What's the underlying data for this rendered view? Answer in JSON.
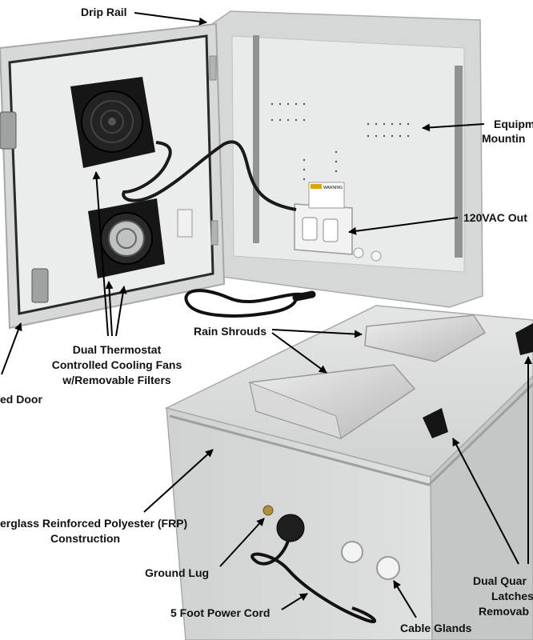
{
  "labels": {
    "drip_rail": "Drip Rail",
    "equipment_mounting": [
      "Equipm",
      "Mountin"
    ],
    "outlet": "120VAC Out",
    "rain_shrouds": "Rain Shrouds",
    "fans": [
      "Dual Thermostat",
      "Controlled Cooling Fans",
      "w/Removable Filters"
    ],
    "door": "ed Door",
    "frp": [
      "erglass Reinforced Polyester (FRP)",
      "Construction"
    ],
    "ground_lug": "Ground Lug",
    "power_cord": "5 Foot Power Cord",
    "cable_glands": "Cable Glands",
    "latches": [
      "Dual Quar",
      "Latches",
      "Removab"
    ]
  },
  "outlet_warning_text": "WARNING",
  "colors": {
    "enclosure": "#dcdedd",
    "enclosure_shadow": "#b9bcbb",
    "interior_panel": "#e9ebeb",
    "fan_black": "#161616",
    "gasket": "#2a2a2a",
    "arrow": "#000000",
    "text": "#111111"
  }
}
